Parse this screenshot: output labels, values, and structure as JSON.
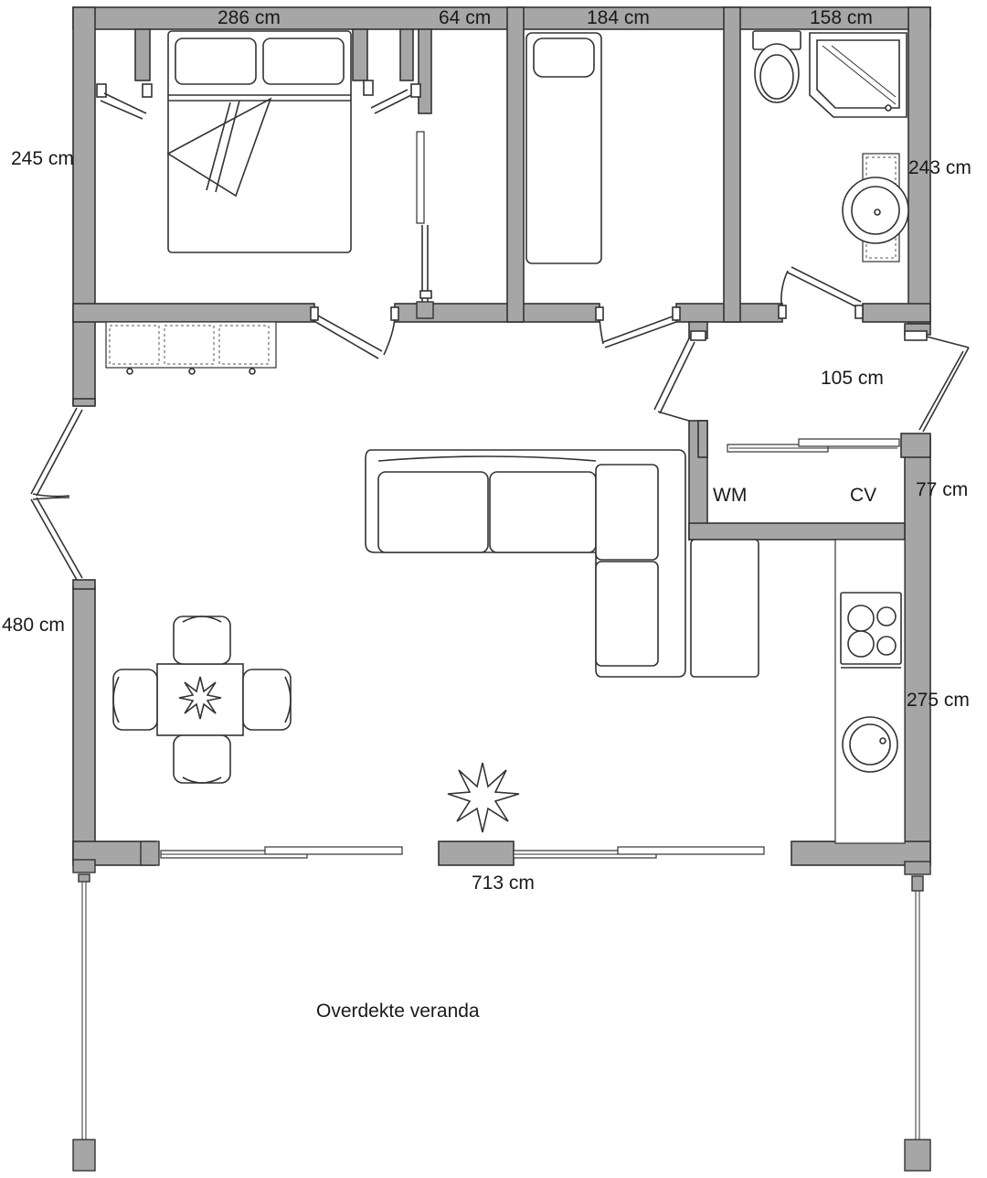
{
  "plan": {
    "dimensions": {
      "bedroom_width": "286 cm",
      "hall_width": "64 cm",
      "room2_width": "184 cm",
      "bathroom_width": "158 cm",
      "bedroom_depth": "245 cm",
      "bathroom_depth": "243 cm",
      "entrance_width": "105 cm",
      "utility_depth": "77 cm",
      "living_depth": "480 cm",
      "kitchen_length": "275 cm",
      "front_width": "713 cm"
    },
    "labels": {
      "washing_machine": "WM",
      "boiler": "CV",
      "veranda": "Overdekte veranda"
    }
  }
}
